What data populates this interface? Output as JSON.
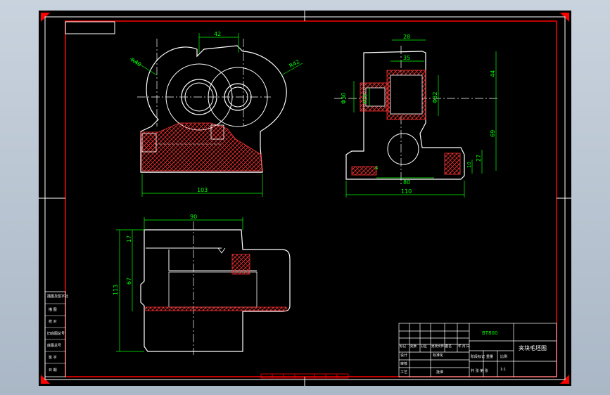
{
  "colors": {
    "background": "#000000",
    "outline": "#ffffff",
    "border": "#ff0000",
    "dimension": "#00ff00",
    "hatch": "#ff3333",
    "desktop": "#b7c3d0"
  },
  "dimensions": {
    "top_width": "42",
    "left_radius": "R40",
    "right_radius": "R42",
    "bottom_width": "103",
    "side_top": "28",
    "side_inner": "35",
    "side_left_dia": "Φ30",
    "side_small_dia": "Φ16",
    "side_center_dia": "Φ32",
    "side_height_a": "44",
    "side_height_b": "69",
    "side_right_a": "27",
    "side_right_b": "10",
    "side_small": "4",
    "side_base_inner": "80",
    "side_base_width": "110",
    "plan_width": "90",
    "plan_top": "17",
    "plan_mid": "67",
    "plan_total": "113"
  },
  "left_table": {
    "rows": [
      "描图及签字处",
      "描 图",
      "校 对",
      "旧底图总号",
      "底图总号",
      "签 字",
      "日 期"
    ]
  },
  "title_block": {
    "code": "BT800",
    "part_name": "夹块毛坯图",
    "labels": [
      "标记",
      "处数",
      "分区",
      "更改文件号",
      "签名",
      "年.月.日"
    ],
    "labels2": [
      "设计",
      "标准化",
      "阶段标记",
      "重量",
      "比例"
    ],
    "scale": "1:1",
    "labels3": [
      "审核",
      "工艺",
      "批准"
    ],
    "sheet": "共 张 第 张"
  }
}
